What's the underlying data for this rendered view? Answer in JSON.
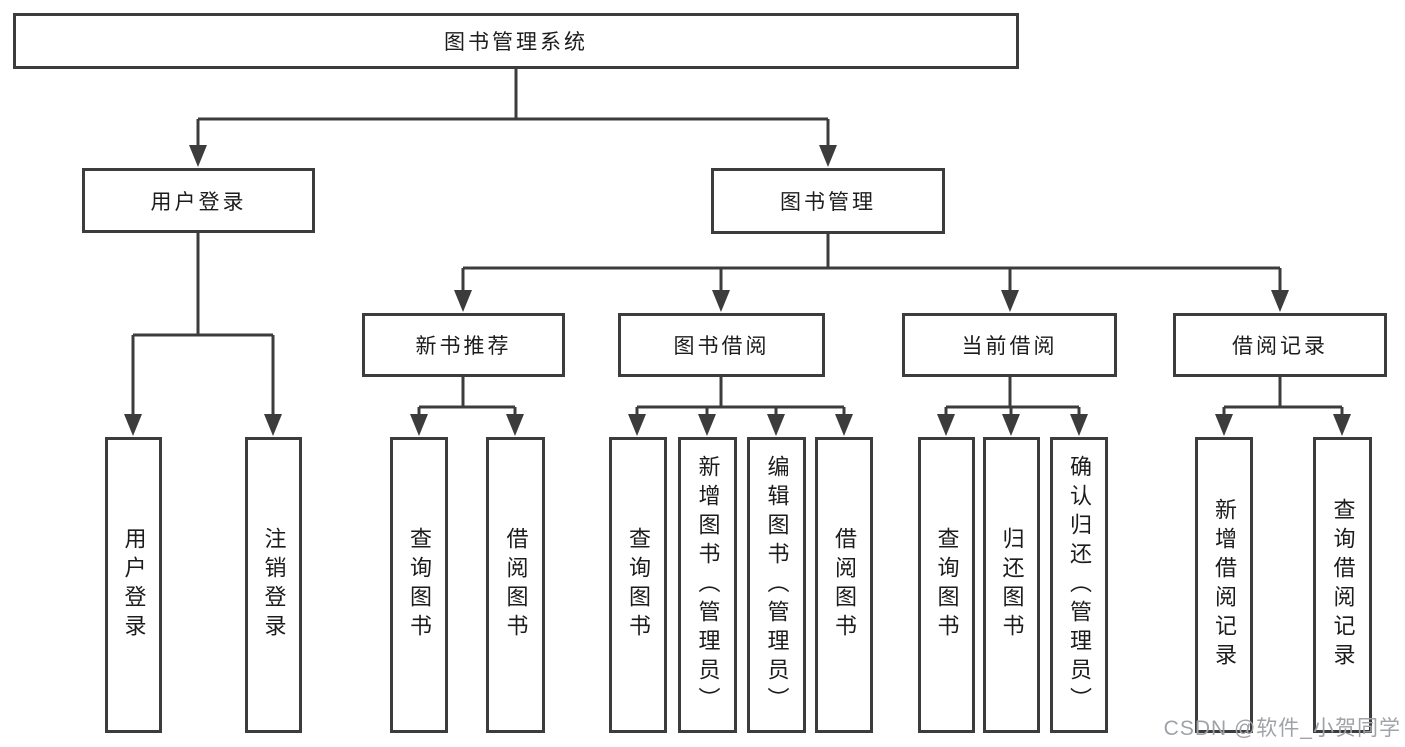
{
  "tree": {
    "label": "图书管理系统",
    "children": [
      {
        "label": "用户登录",
        "children": [
          {
            "label": "用户登录"
          },
          {
            "label": "注销登录"
          }
        ]
      },
      {
        "label": "图书管理",
        "children": [
          {
            "label": "新书推荐",
            "children": [
              {
                "label": "查询图书"
              },
              {
                "label": "借阅图书"
              }
            ]
          },
          {
            "label": "图书借阅",
            "children": [
              {
                "label": "查询图书"
              },
              {
                "label": "新增图书（管理员）"
              },
              {
                "label": "编辑图书（管理员）"
              },
              {
                "label": "借阅图书"
              }
            ]
          },
          {
            "label": "当前借阅",
            "children": [
              {
                "label": "查询图书"
              },
              {
                "label": "归还图书"
              },
              {
                "label": "确认归还（管理员）"
              }
            ]
          },
          {
            "label": "借阅记录",
            "children": [
              {
                "label": "新增借阅记录"
              },
              {
                "label": "查询借阅记录"
              }
            ]
          }
        ]
      }
    ]
  },
  "watermark": "CSDN @软件_小贺同学",
  "colors": {
    "line": "#3c3c3c",
    "text": "#1c1c1c",
    "watermark": "#9fa3a8",
    "background": "#ffffff"
  }
}
